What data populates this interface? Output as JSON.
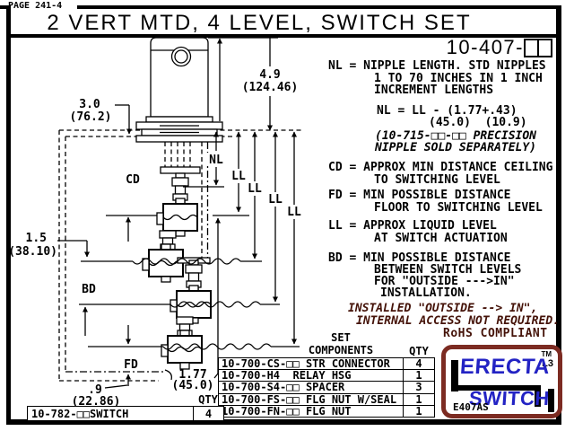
{
  "page": {
    "page_label": "PAGE 241-4",
    "title": "2 VERT MTD, 4 LEVEL, SWITCH SET",
    "part_number_prefix": "10-407-",
    "part_number_boxes": 2
  },
  "notes": {
    "nl_def_1": "NL = NIPPLE LENGTH. STD NIPPLES",
    "nl_def_2": "1 TO 70 INCHES IN 1 INCH",
    "nl_def_3": "INCREMENT LENGTHS",
    "formula_1": "NL = LL - (1.77+.43)",
    "formula_2": "(45.0)  (10.9)",
    "precision_1": "(10-715-□□-□□ PRECISION",
    "precision_2": "NIPPLE SOLD SEPARATELY)",
    "cd_def_1": "CD = APPROX MIN DISTANCE CEILING",
    "cd_def_2": "TO SWITCHING LEVEL",
    "fd_def_1": "FD = MIN POSSIBLE DISTANCE",
    "fd_def_2": "FLOOR TO SWITCHING LEVEL",
    "ll_def_1": "LL = APPROX LIQUID LEVEL",
    "ll_def_2": "AT SWITCH ACTUATION",
    "bd_def_1": "BD = MIN POSSIBLE DISTANCE",
    "bd_def_2": "BETWEEN SWITCH LEVELS",
    "bd_def_3": "FOR \"OUTSIDE --->IN\"",
    "bd_def_4": "INSTALLATION.",
    "installed_1": "INSTALLED \"OUTSIDE --> IN\",",
    "installed_2": "INTERNAL ACCESS NOT REQUIRED.",
    "rohs": "RoHS COMPLIANT"
  },
  "diagram": {
    "labels": {
      "nl": "NL",
      "cd": "CD",
      "fd": "FD",
      "bd": "BD",
      "ll": "LL"
    },
    "dims": {
      "housing_in": "4.9",
      "housing_mm": "(124.46)",
      "ceiling_in": "3.0",
      "ceiling_mm": "(76.2)",
      "spacing_in": "1.5",
      "spacing_mm": "(38.10)",
      "actuation_in": "1.77",
      "actuation_mm": "(45.0)",
      "floor_in": ".9",
      "floor_mm": "(22.86)"
    }
  },
  "switch_table": {
    "qty_header": "QTY",
    "part": "10-782-□□",
    "desc": "SWITCH",
    "qty": "4"
  },
  "components_table": {
    "header_set": "SET",
    "header_components": "COMPONENTS",
    "header_qty": "QTY",
    "rows": [
      {
        "part": "10-700-CS-□□",
        "desc": "STR CONNECTOR",
        "qty": "4"
      },
      {
        "part": "10-700-H4",
        "desc": "RELAY HSG",
        "qty": "1"
      },
      {
        "part": "10-700-S4-□□",
        "desc": "SPACER",
        "qty": "3"
      },
      {
        "part": "10-700-FS-□□",
        "desc": "FLG NUT W/SEAL",
        "qty": "1"
      },
      {
        "part": "10-700-FN-□□",
        "desc": "FLG NUT",
        "qty": "1"
      }
    ]
  },
  "logo": {
    "brand_line1": "ERECTA",
    "brand_line2": "SWITCH",
    "tm": "TM",
    "l3": "L3",
    "code": "E407AS"
  },
  "colors": {
    "ink": "#000000",
    "note_maroon": "#451309",
    "logo_border_maroon": "#7c2b22",
    "logo_blue": "#2323c4"
  }
}
